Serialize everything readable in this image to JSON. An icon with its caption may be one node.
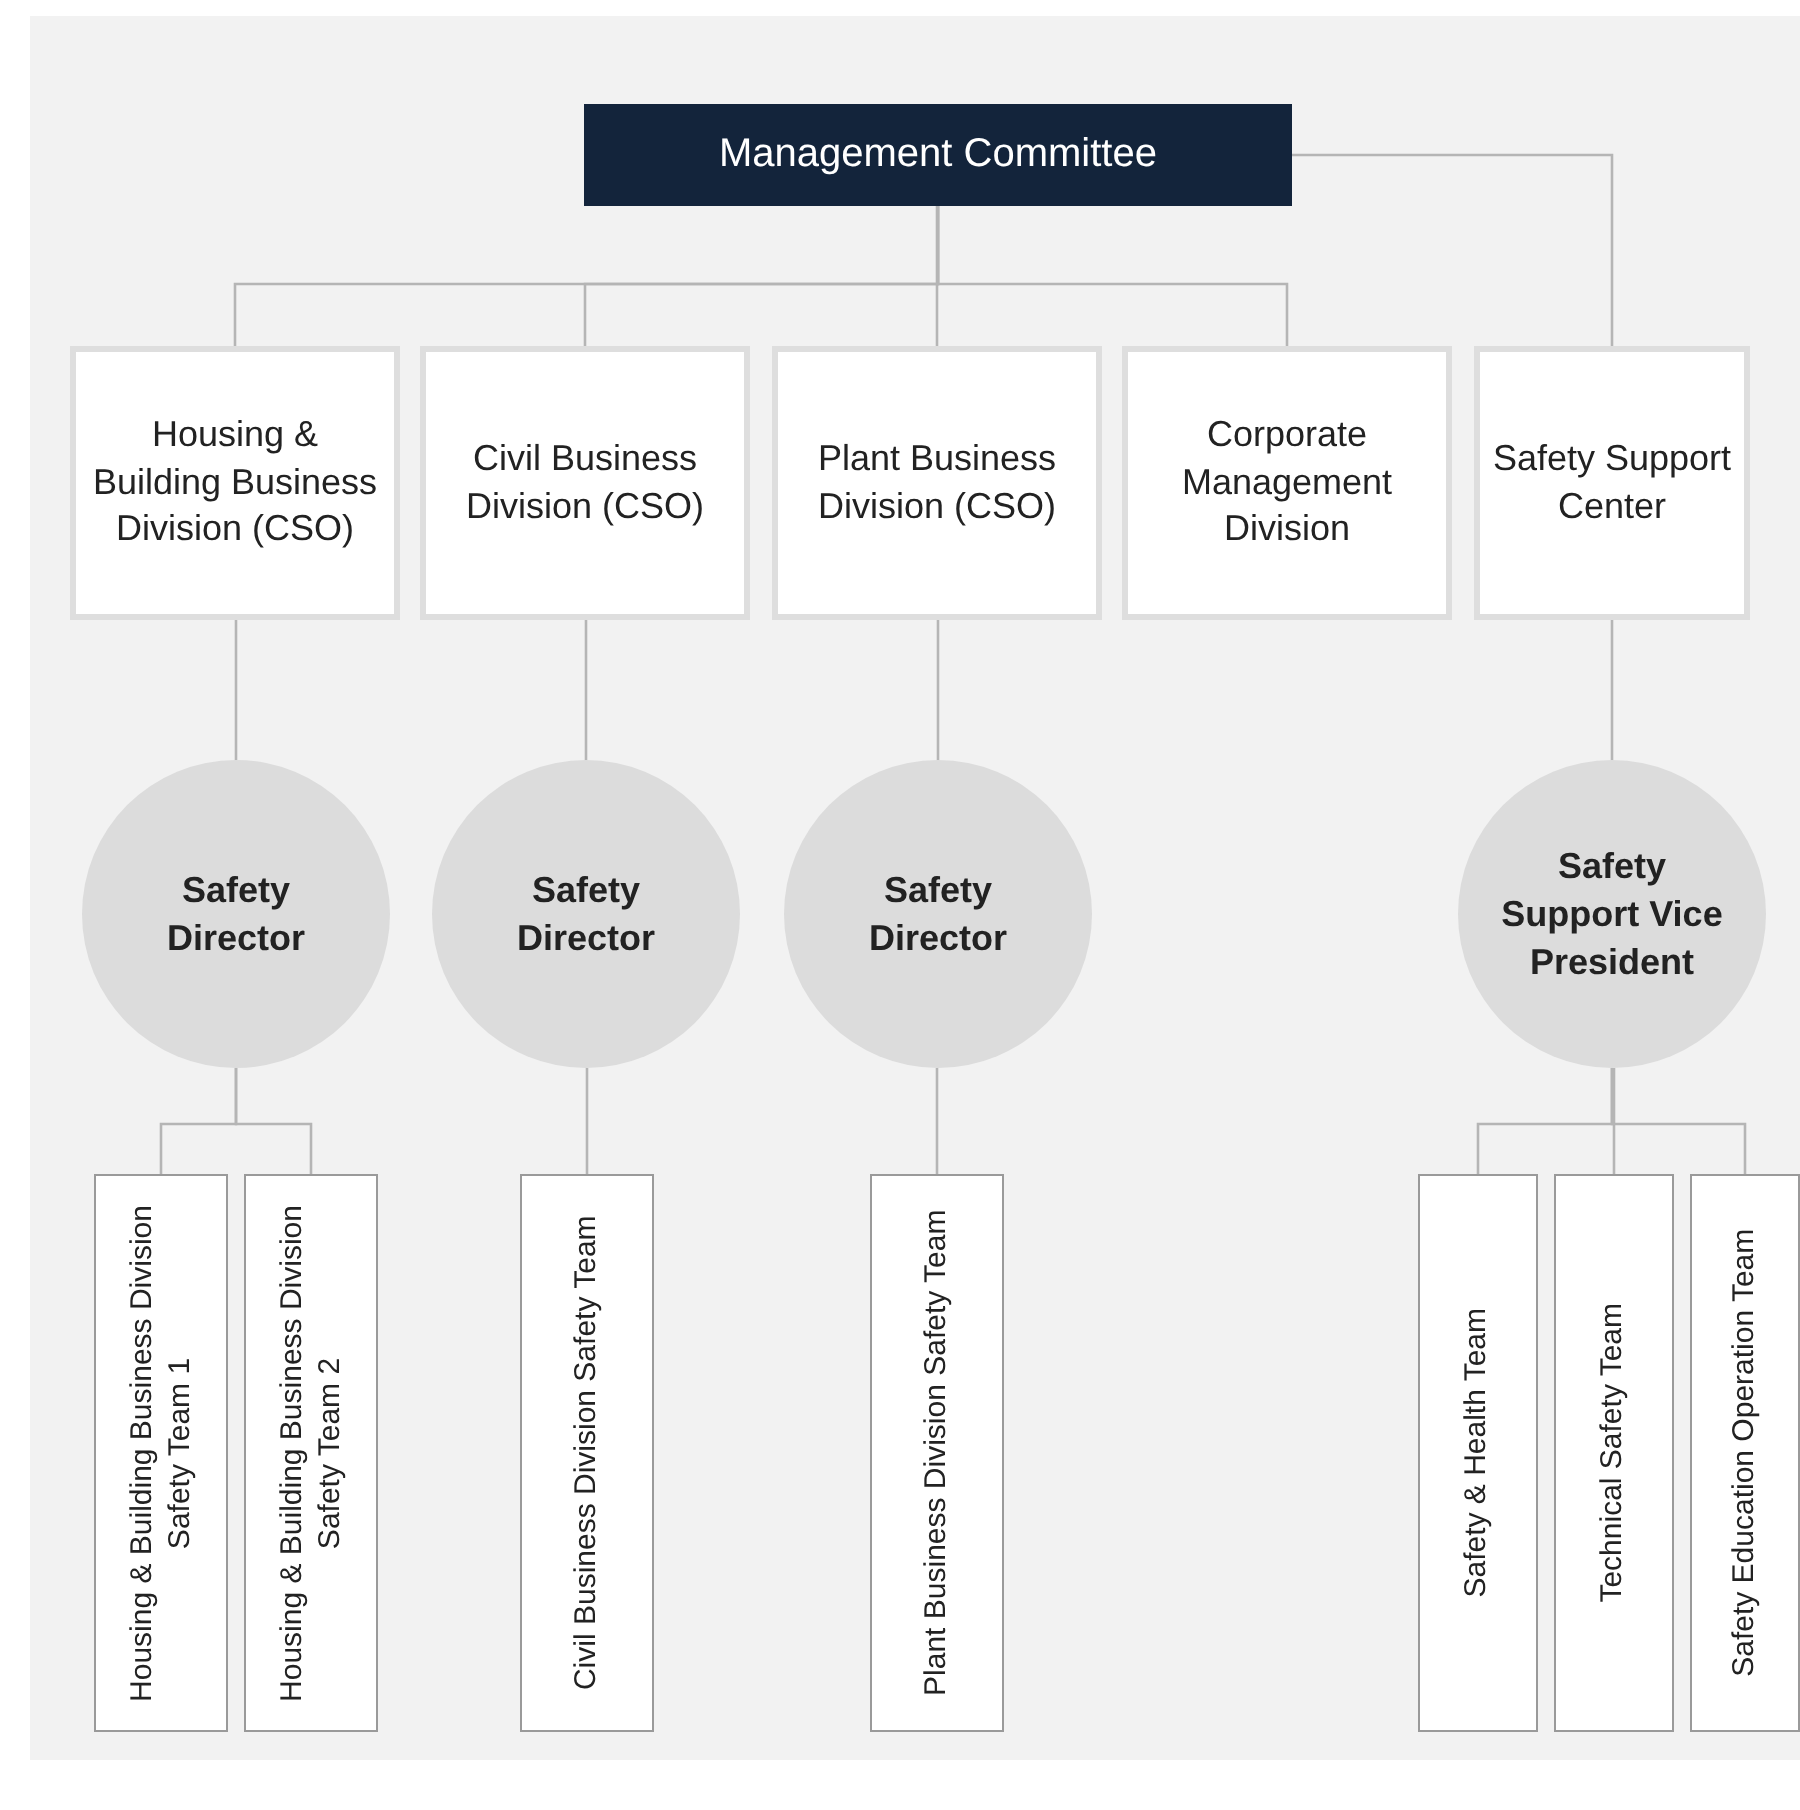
{
  "diagram": {
    "nodes": [
      {
        "text": [
          "Management Committee"
        ]
      },
      {
        "text": [
          "Housing & Building Business Division (CSO)"
        ]
      },
      {
        "text": [
          "Civil Business Division (CSO)"
        ]
      },
      {
        "text": [
          "Plant Business Division (CSO)"
        ]
      },
      {
        "text": [
          "Corporate Management Division"
        ]
      },
      {
        "text": [
          "Safety Support Center"
        ]
      },
      {
        "text": [
          "Safety Director"
        ]
      },
      {
        "text": [
          "Safety Director"
        ]
      },
      {
        "text": [
          "Safety Director"
        ]
      },
      {
        "text": [
          "Safety Support Vice President"
        ]
      },
      {
        "text": [
          "Housing & Building Business Division Safety Team 1"
        ]
      },
      {
        "text": [
          "Housing & Building Business Division Safety Team 2"
        ]
      },
      {
        "text": [
          "Civil Business Division Safety Team"
        ]
      },
      {
        "text": [
          "Plant Business Division Safety Team"
        ]
      },
      {
        "text": [
          "Safety & Health Team"
        ]
      },
      {
        "text": [
          "Technical Safety Team"
        ]
      },
      {
        "text": [
          "Safety Education Operation Team"
        ]
      }
    ],
    "edges": [
      {
        "from": 0,
        "to": 1,
        "arrow": "none"
      },
      {
        "from": 0,
        "to": 2,
        "arrow": "none"
      },
      {
        "from": 0,
        "to": 3,
        "arrow": "none"
      },
      {
        "from": 0,
        "to": 4,
        "arrow": "none"
      },
      {
        "from": 0,
        "to": 5,
        "arrow": "none"
      },
      {
        "from": 1,
        "to": 6,
        "arrow": "none"
      },
      {
        "from": 2,
        "to": 7,
        "arrow": "none"
      },
      {
        "from": 3,
        "to": 8,
        "arrow": "none"
      },
      {
        "from": 5,
        "to": 9,
        "arrow": "none"
      },
      {
        "from": 6,
        "to": 10,
        "arrow": "none"
      },
      {
        "from": 6,
        "to": 11,
        "arrow": "none"
      },
      {
        "from": 7,
        "to": 12,
        "arrow": "none"
      },
      {
        "from": 8,
        "to": 13,
        "arrow": "none"
      },
      {
        "from": 9,
        "to": 14,
        "arrow": "none"
      },
      {
        "from": 9,
        "to": 15,
        "arrow": "none"
      },
      {
        "from": 9,
        "to": 16,
        "arrow": "none"
      }
    ]
  }
}
